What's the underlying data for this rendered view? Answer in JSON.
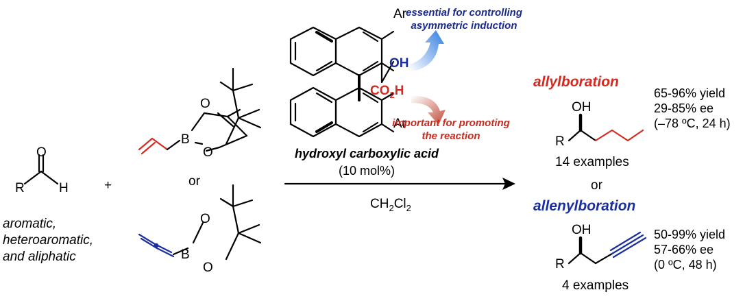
{
  "aldehyde": {
    "atom_o": "O",
    "atom_r": "R",
    "atom_h": "H",
    "scope_lines": [
      "aromatic,",
      "heteroaromatic,",
      "and aliphatic"
    ]
  },
  "plus_sign": "+",
  "or_reagents": "or",
  "allyl_boronate": {
    "atom_o_top": "O",
    "atom_b": "B",
    "atom_o_bottom": "O"
  },
  "allenyl_boronate": {
    "atom_o_top": "O",
    "atom_b": "B",
    "atom_o_bottom": "O"
  },
  "catalyst": {
    "ar_top": "Ar",
    "ar_bottom": "Ar",
    "oh_group": "OH",
    "acid_group": {
      "main": "CO",
      "sub": "2",
      "tail": "H"
    },
    "note_oh": [
      "essential for controlling",
      "asymmetric induction"
    ],
    "note_acid": [
      "important for promoting",
      "the reaction"
    ],
    "name": "hydroxyl carboxylic acid",
    "loading": "(10 mol%)"
  },
  "solvent": {
    "p1": "CH",
    "s1": "2",
    "p2": "Cl",
    "s2": "2"
  },
  "products": {
    "allyl": {
      "title": "allylboration",
      "atom_oh": "OH",
      "atom_r": "R",
      "count": "14 examples",
      "conditions": [
        "65-96% yield",
        "29-85% ee",
        "(–78 ºC, 24 h)"
      ]
    },
    "or_products": "or",
    "allenyl": {
      "title": "allenylboration",
      "atom_oh": "OH",
      "atom_r": "R",
      "count": "4 examples",
      "conditions": [
        "50-99% yield",
        "57-66% ee",
        "(0 ºC, 48 h)"
      ]
    }
  },
  "colors": {
    "ink": "#000000",
    "allyl_red": "#d42a20",
    "allenyl_blue": "#1a2fa0",
    "note_blue": "#1a2a8c",
    "note_red": "#c82a20",
    "arrow_blue": "#2f7de0",
    "arrow_red": "#c04a3a"
  }
}
